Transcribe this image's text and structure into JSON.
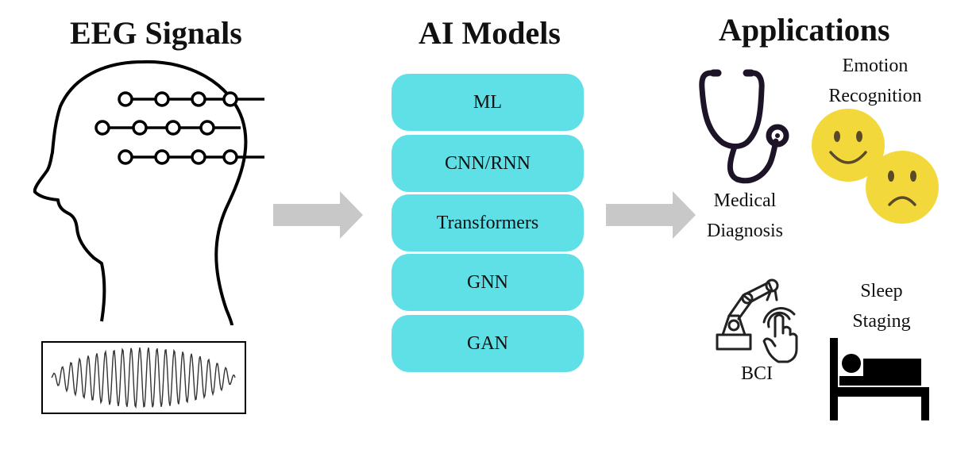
{
  "sections": {
    "eeg_title": "EEG Signals",
    "ai_title": "AI Models",
    "applications_title": "Applications"
  },
  "models": [
    "ML",
    "CNN/RNN",
    "Transformers",
    "GNN",
    "GAN"
  ],
  "applications": {
    "emotion_line1": "Emotion",
    "emotion_line2": "Recognition",
    "medical_line1": "Medical",
    "medical_line2": "Diagnosis",
    "sleep_line1": "Sleep",
    "sleep_line2": "Staging",
    "bci": "BCI"
  },
  "icons": [
    "head-with-electrodes-icon",
    "eeg-waveform-icon",
    "arrow-right-icon",
    "stethoscope-icon",
    "smiley-happy-icon",
    "smiley-sad-icon",
    "robot-arm-touch-icon",
    "bed-sleeper-icon"
  ],
  "colors": {
    "model_box": "#5ee0e6",
    "arrow": "#c8c8c8",
    "smiley": "#f2d83b",
    "stethoscope": "#1e1428"
  }
}
